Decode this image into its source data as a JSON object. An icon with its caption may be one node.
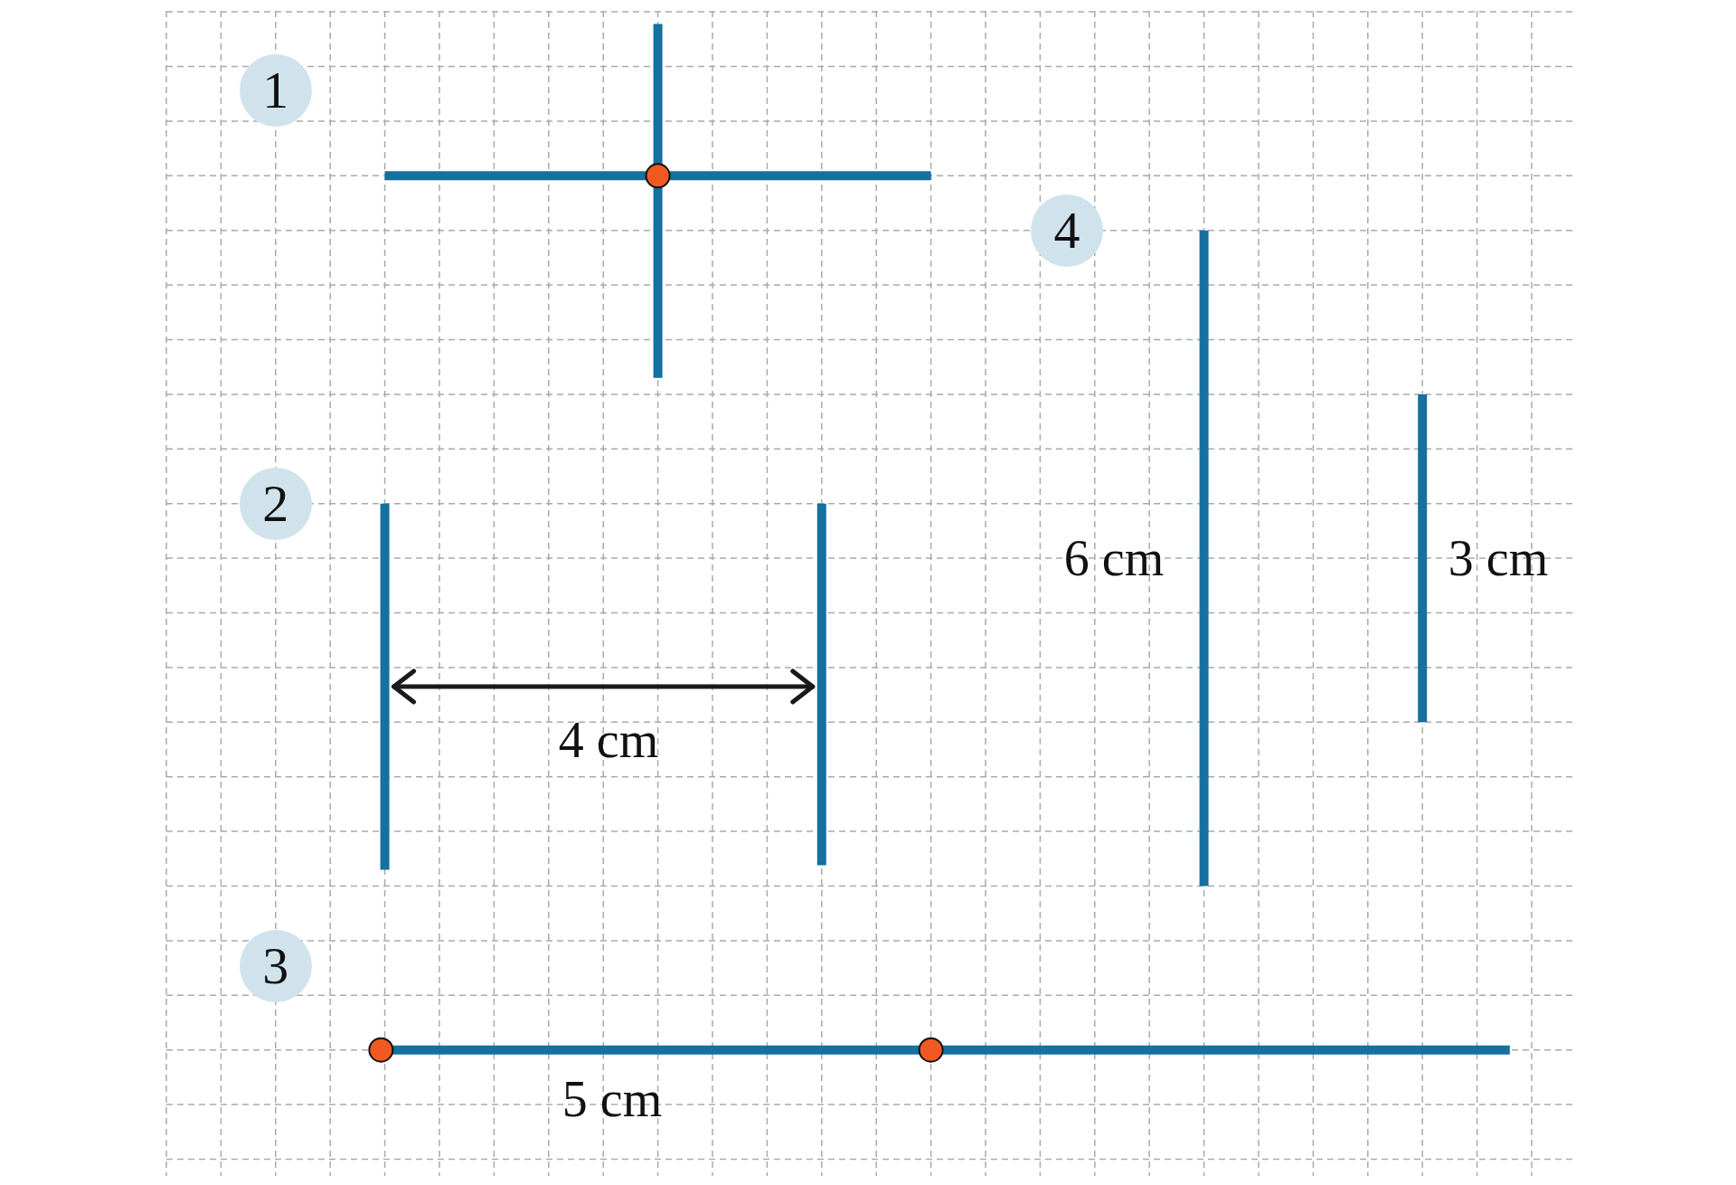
{
  "diagram": {
    "labels": [
      "1",
      "4",
      "2",
      "6 cm",
      "3 cm",
      "4 cm",
      "3",
      "5 cm"
    ]
  }
}
